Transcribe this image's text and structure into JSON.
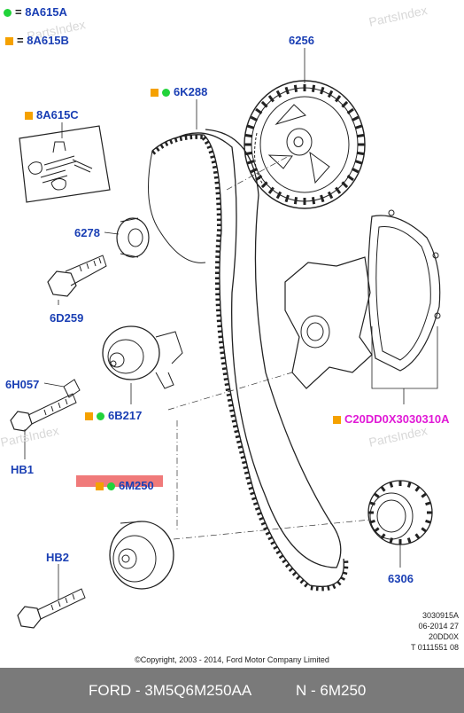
{
  "watermark": "PartsIndex",
  "legend": {
    "green_code": "8A615A",
    "orange_code": "8A615B"
  },
  "parts": {
    "p6256": "6256",
    "p6K288": "6K288",
    "p8A615C": "8A615C",
    "p6278": "6278",
    "p6D259": "6D259",
    "p6H057": "6H057",
    "p6B217": "6B217",
    "pHB1": "HB1",
    "p6M250": "6M250",
    "pHB2": "HB2",
    "p6306": "6306",
    "pC20": "C20DD0X3030310A"
  },
  "reference": {
    "line1": "3030915A",
    "line2": "06-2014 27",
    "line3": "20DD0X",
    "line4": "T 0111551 08"
  },
  "copyright": "©Copyright, 2003 - 2014, Ford Motor Company Limited",
  "footer": {
    "part_number": "FORD - 3M5Q6M250AA",
    "group": "N - 6M250"
  },
  "colors": {
    "label": "#1a3fb4",
    "magenta_label": "#e01ad6",
    "orange_marker": "#f5a100",
    "green_marker": "#22d33a",
    "highlight": "#f07a7a",
    "footer_bg": "#7a7a7a"
  }
}
